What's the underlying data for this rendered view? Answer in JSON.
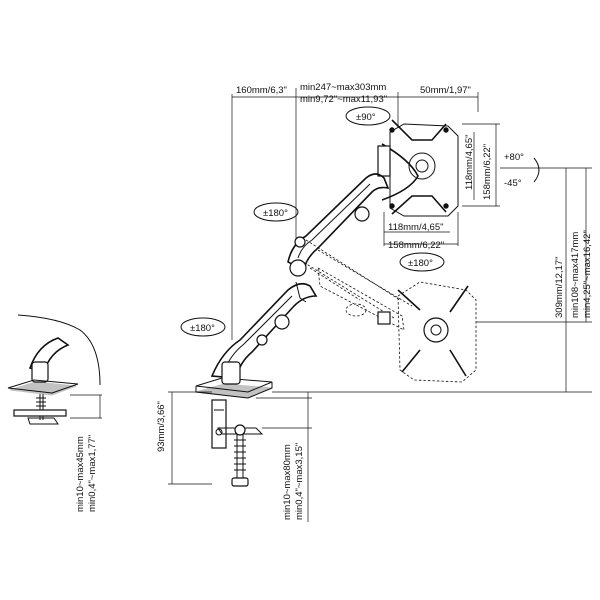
{
  "labels": {
    "reach_offset": "160mm/6,3\"",
    "reach_range_mm": "min247~max303mm",
    "reach_range_in": "min9,72\"~max11,93\"",
    "plate_depth": "50mm/1,97\"",
    "rotate": "±90°",
    "tilt_up": "+80°",
    "tilt_down": "-45°",
    "vesa_h_inner": "118mm/4,65\"",
    "vesa_h_outer": "158mm/6,22\"",
    "vesa_w_inner": "118mm/4,65\"",
    "vesa_w_outer": "158mm/6,22\"",
    "swivel_upper": "±180°",
    "swivel_lower": "±180°",
    "swivel_head": "±180°",
    "height_max": "309mm/12,17\"",
    "height_range_mm": "min108~max417mm",
    "height_range_in": "min4,25\"~max16,42\"",
    "pole_height": "93mm/3,66\"",
    "desk_clamp_mm": "min10~max80mm",
    "desk_clamp_in": "min0,4\"~max3,15\"",
    "grommet_mm": "min10~max45mm",
    "grommet_in": "min0,4\"~max1,77\""
  }
}
